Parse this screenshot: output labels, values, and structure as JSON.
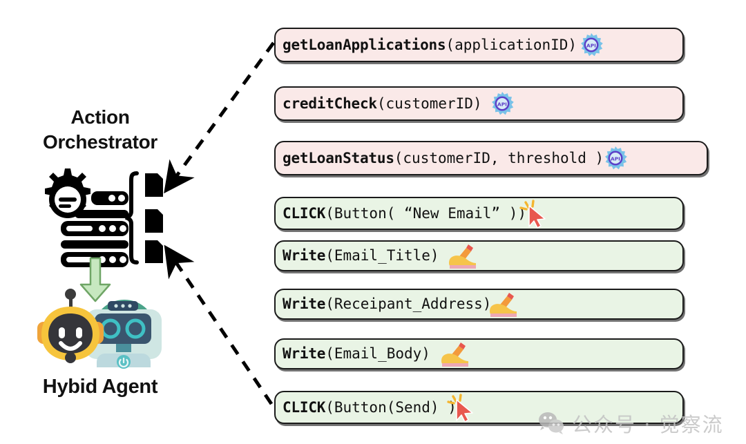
{
  "diagram": {
    "orchestrator_label": "Action\nOrchestrator",
    "orchestrator_label_line1": "Action",
    "orchestrator_label_line2": "Orchestrator",
    "agent_label": "Hybid Agent",
    "icons": {
      "orchestrator": "gear-server-rack-icon",
      "bracket": "curly-brace-icon",
      "documents": [
        "document-block-icon",
        "document-block-icon",
        "document-block-icon"
      ],
      "flow_arrow": "green-down-arrow-icon",
      "robot_left": "yellow-robot-icon",
      "robot_right": "teal-robot-icon",
      "connector_top": "dashed-arrow-up-right",
      "connector_bottom": "dashed-arrow-down-right"
    },
    "colors": {
      "api_box_bg": "#fae9e8",
      "action_box_bg": "#e9f4e5",
      "box_border": "#1a1a1a",
      "green_arrow_fill": "#c7e8c0",
      "green_arrow_stroke": "#74a867",
      "api_gear": "#7ec4e8",
      "api_ring": "#5b3ec9",
      "cursor_red": "#e8584f",
      "click_ray_yellow": "#f5b731",
      "robot_yellow": "#f5c33b",
      "robot_teal": "#49a38a",
      "watermark_grey": "#c2c2c2"
    }
  },
  "actions": [
    {
      "id": "get-loan-applications",
      "kind": "api",
      "fn": "getLoanApplications",
      "args": "(applicationID)",
      "badge": "api-gear-icon",
      "badge_text": "API"
    },
    {
      "id": "credit-check",
      "kind": "api",
      "fn": "creditCheck",
      "args": "(customerID)",
      "badge": "api-gear-icon",
      "badge_text": "API"
    },
    {
      "id": "get-loan-status",
      "kind": "api",
      "fn": "getLoanStatus",
      "args": "(customerID, threshold )",
      "badge": "api-gear-icon",
      "badge_text": "API"
    },
    {
      "id": "click-new-email",
      "kind": "action",
      "fn": "CLICK",
      "args": "(Button( “New Email” ))",
      "badge": "click-cursor-icon",
      "badge_text": ""
    },
    {
      "id": "write-email-title",
      "kind": "action",
      "fn": "Write",
      "args": "(Email_Title)",
      "badge": "writing-hand-icon",
      "badge_text": ""
    },
    {
      "id": "write-receipant-address",
      "kind": "action",
      "fn": "Write",
      "args": "(Receipant_Address)",
      "badge": "writing-hand-icon",
      "badge_text": ""
    },
    {
      "id": "write-email-body",
      "kind": "action",
      "fn": "Write",
      "args": "(Email_Body)",
      "badge": "writing-hand-icon",
      "badge_text": ""
    },
    {
      "id": "click-send",
      "kind": "action",
      "fn": "CLICK",
      "args": "(Button(Send) )",
      "badge": "click-cursor-icon",
      "badge_text": ""
    }
  ],
  "watermark": {
    "icon": "wechat-icon",
    "text": "公众号 · 觉察流"
  }
}
